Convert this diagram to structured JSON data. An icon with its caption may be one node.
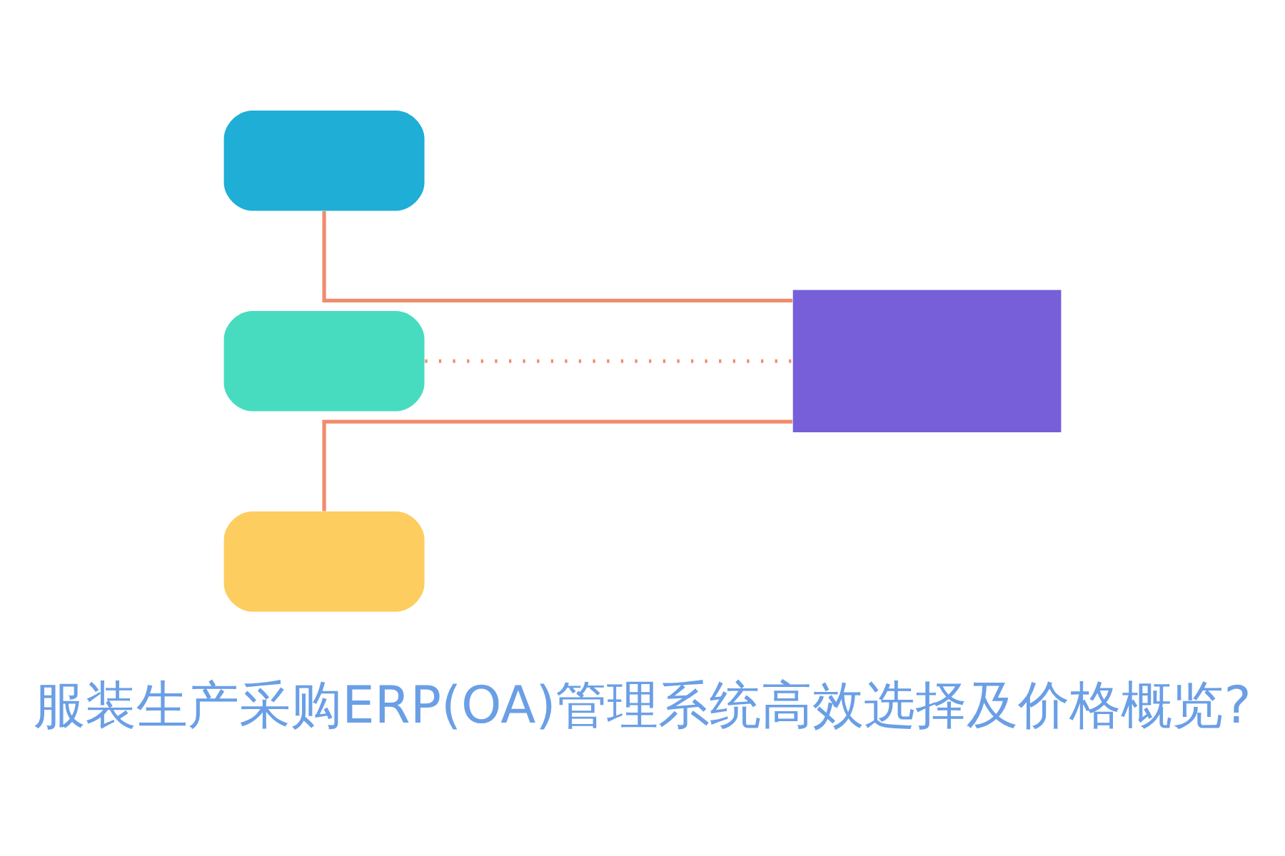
{
  "diagram": {
    "title": "服装生产采购ERP(OA)管理系统高效选择及价格概览?",
    "nodes": [
      {
        "text": [],
        "shape": "box"
      },
      {
        "text": [],
        "shape": "box"
      },
      {
        "text": [],
        "shape": "box"
      },
      {
        "text": [],
        "shape": "box"
      }
    ],
    "edges": [
      {
        "from": 0,
        "to": 3,
        "arrow": "none"
      },
      {
        "from": 1,
        "to": 3,
        "arrow": "none",
        "style": "dashed"
      },
      {
        "from": 2,
        "to": 3,
        "arrow": "none"
      }
    ]
  }
}
